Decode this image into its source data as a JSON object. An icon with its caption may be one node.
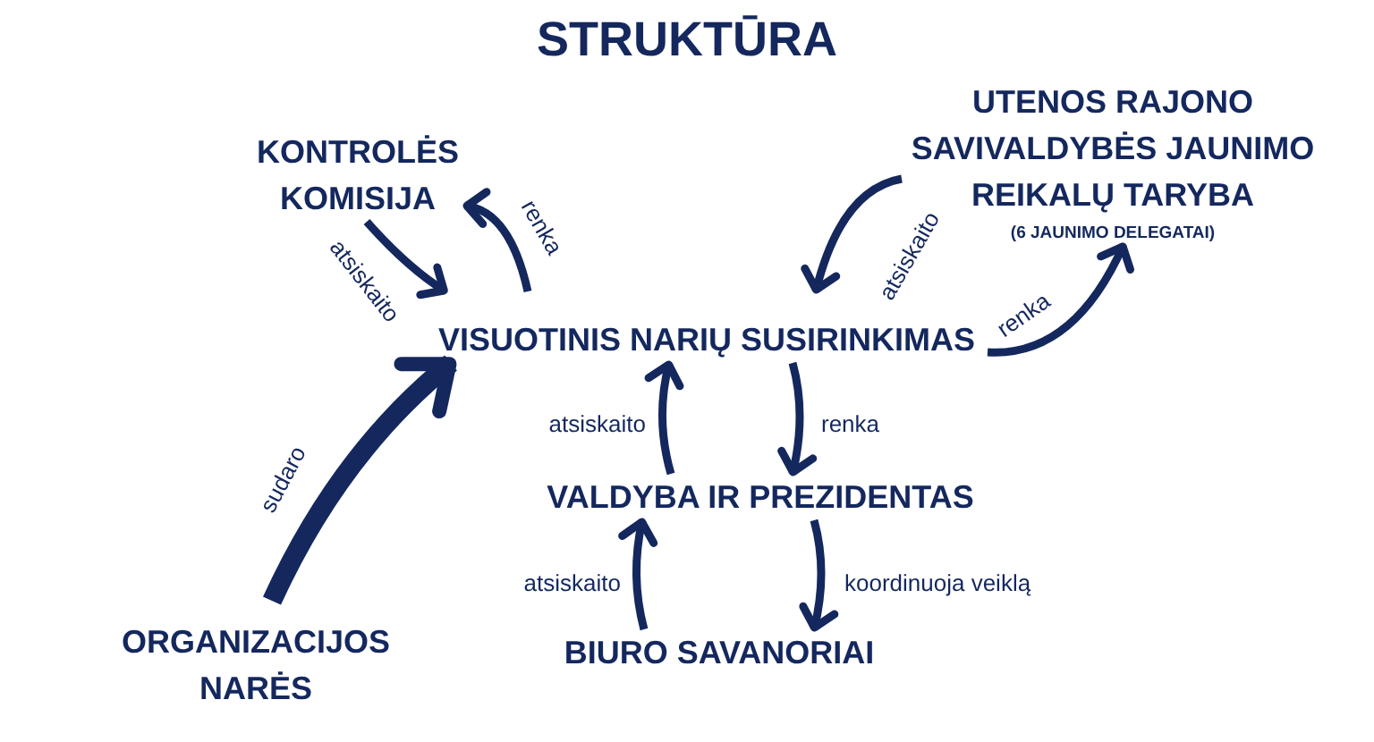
{
  "diagram": {
    "title": "STRUKTŪRA",
    "nodes": [
      {
        "text": [
          "KONTROLĖS KOMISIJA"
        ]
      },
      {
        "text": [
          "UTENOS RAJONO SAVIVALDYBĖS JAUNIMO REIKALŲ TARYBA",
          "(6 JAUNIMO DELEGATAI)"
        ]
      },
      {
        "text": [
          "VISUOTINIS NARIŲ SUSIRINKIMAS"
        ]
      },
      {
        "text": [
          "VALDYBA IR PREZIDENTAS"
        ]
      },
      {
        "text": [
          "ORGANIZACIJOS NARĖS"
        ]
      },
      {
        "text": [
          "BIURO SAVANORIAI"
        ]
      }
    ],
    "edges": [
      {
        "from": 0,
        "to": 2,
        "arrow": "to",
        "label": "atsiskaito"
      },
      {
        "from": 2,
        "to": 0,
        "arrow": "to",
        "label": "renka"
      },
      {
        "from": 1,
        "to": 2,
        "arrow": "to",
        "label": "atsiskaito"
      },
      {
        "from": 2,
        "to": 1,
        "arrow": "to",
        "label": "renka"
      },
      {
        "from": 4,
        "to": 2,
        "arrow": "to",
        "label": "sudaro",
        "style": "thick"
      },
      {
        "from": 3,
        "to": 2,
        "arrow": "to",
        "label": "atsiskaito"
      },
      {
        "from": 2,
        "to": 3,
        "arrow": "to",
        "label": "renka"
      },
      {
        "from": 5,
        "to": 3,
        "arrow": "to",
        "label": "atsiskaito"
      },
      {
        "from": 3,
        "to": 5,
        "arrow": "to",
        "label": "koordinuoja veiklą"
      }
    ]
  }
}
